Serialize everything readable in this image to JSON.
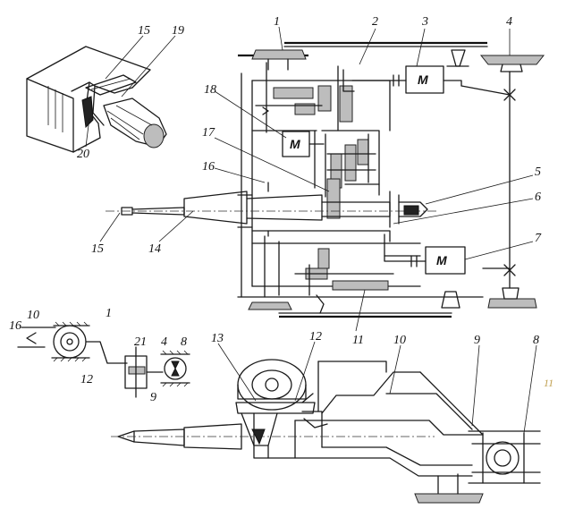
{
  "labels": {
    "l1": "1",
    "l2": "2",
    "l3": "3",
    "l4": "4",
    "l5": "5",
    "l6": "6",
    "l7": "7",
    "l8a": "8",
    "l9a": "9",
    "l10a": "10",
    "l11": "11",
    "l12a": "12",
    "l13": "13",
    "l14": "14",
    "l15a": "15",
    "l16": "16",
    "l17": "17",
    "l18": "18",
    "l15b": "15",
    "l19": "19",
    "l20": "20",
    "l16b": "16",
    "l10b": "10",
    "l1b": "1",
    "l12b": "12",
    "l21": "21",
    "l4b": "4",
    "l8b": "8",
    "l9b": "9"
  },
  "motor_labels": {
    "m3": "M",
    "m18": "M",
    "m7": "M"
  },
  "corner_mark": "11"
}
